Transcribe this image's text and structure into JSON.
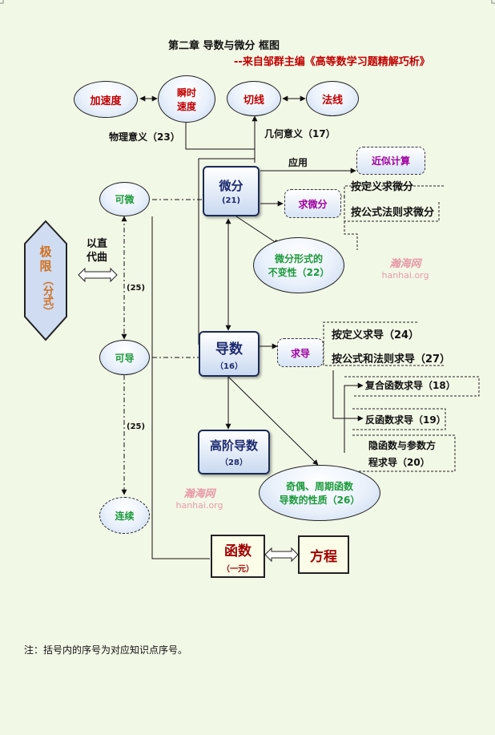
{
  "header": {
    "title": "第二章 导数与微分 框图",
    "subtitle": "--来自邹群主编《高等数学习题精解巧析》"
  },
  "nodes": {
    "acceleration": "加速度",
    "instant_1": "瞬时",
    "instant_2": "速度",
    "tangent": "切线",
    "normal": "法线",
    "physical": "物理意义（23）",
    "geometric": "几何意义（17）",
    "application": "应用",
    "approx": "近似计算",
    "differentiable": "可微",
    "differential": "微分",
    "differential_num": "(21)",
    "find_diff": "求微分",
    "diff_by_def": "按定义求微分",
    "diff_by_formula": "按公式法则求微分",
    "invariance_1": "微分形式的",
    "invariance_2": "不变性（22）",
    "limit": "极限",
    "fraction": "（分式）",
    "straight_1": "以直",
    "straight_2": "代曲",
    "num_25a": "(25)",
    "derivable": "可导",
    "derivative": "导数",
    "derivative_num": "（16）",
    "find_deriv": "求导",
    "deriv_by_def": "按定义求导（24）",
    "deriv_by_formula": "按公式和法则求导（27）",
    "composite": "复合函数求导（18）",
    "inverse": "反函数求导（19）",
    "implicit_1": "隐函数与参数方",
    "implicit_2": "程求导（20）",
    "num_25b": "(25)",
    "higher": "高阶导数",
    "higher_num": "（28）",
    "parity_1": "奇偶、周期函数",
    "parity_2": "导数的性质（26）",
    "continuous": "连续",
    "function": "函数",
    "function_sub": "（一元）",
    "equation": "方程"
  },
  "watermark": {
    "name": "瀚海网",
    "url": "hanhai.org"
  },
  "note": "注：括号内的序号为对应知识点序号。"
}
